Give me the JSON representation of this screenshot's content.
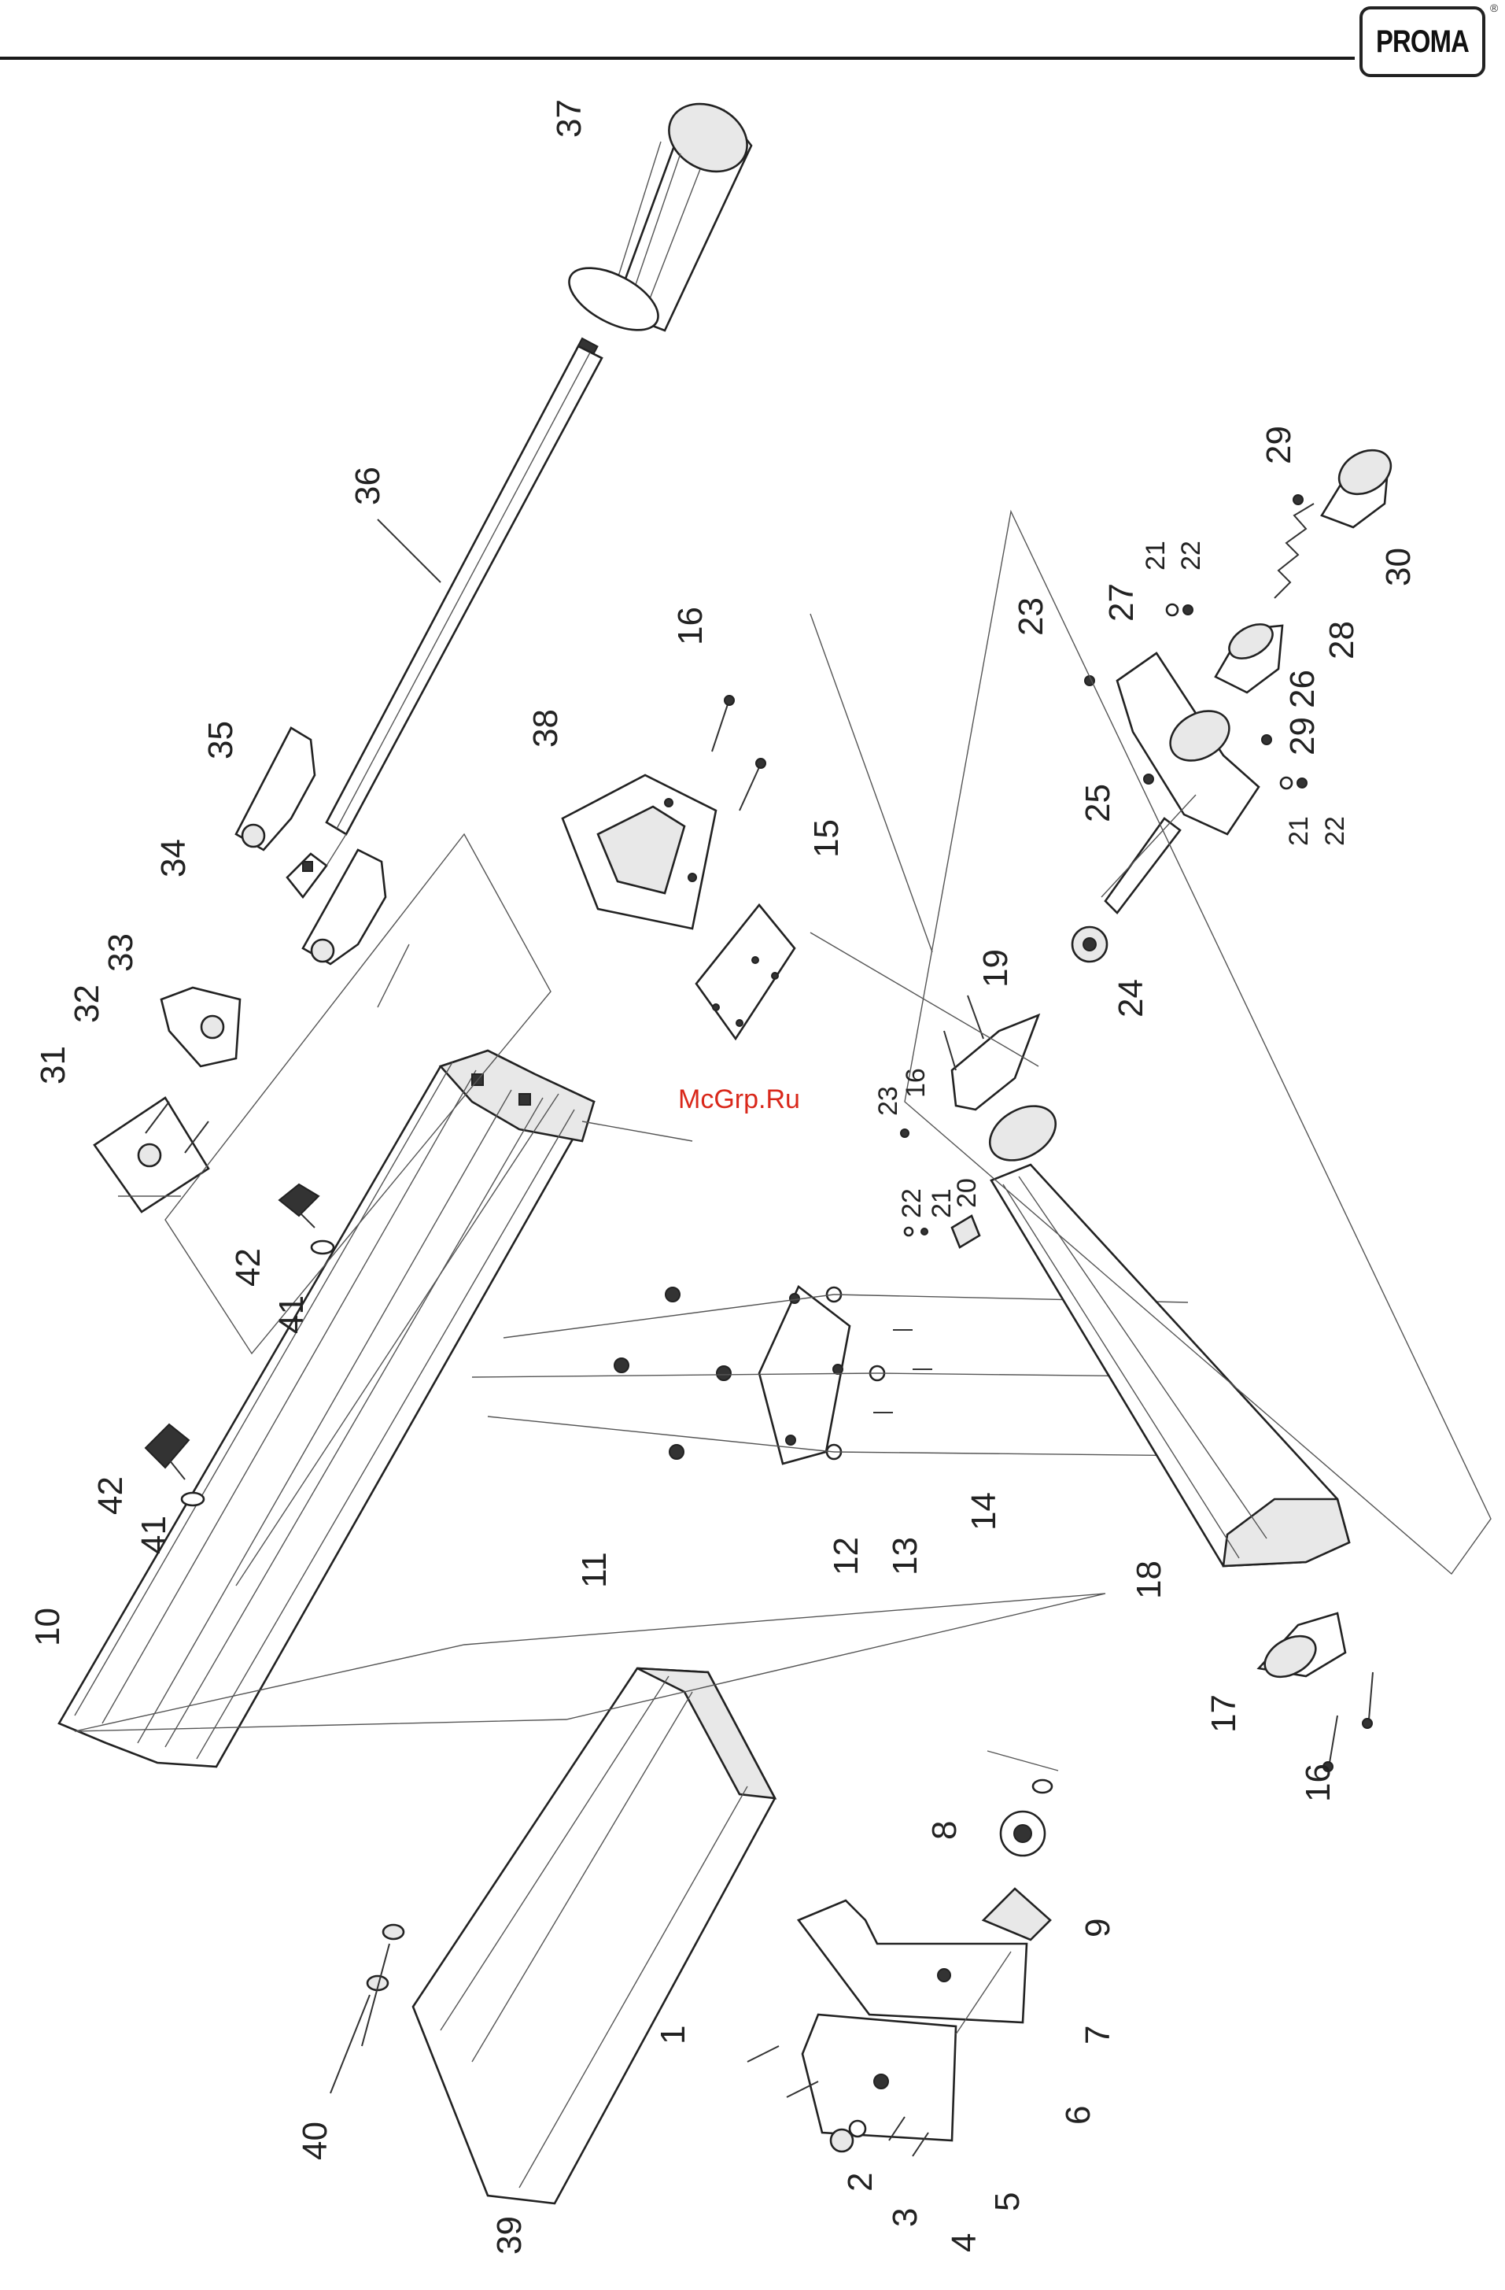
{
  "brand": {
    "logo_text": "PROMA",
    "registered_mark": "®"
  },
  "watermark": {
    "text": "McGrp.Ru",
    "color": "#d9281b"
  },
  "callouts": {
    "c1": "1",
    "c2": "2",
    "c3": "3",
    "c4": "4",
    "c5": "5",
    "c6": "6",
    "c7": "7",
    "c8": "8",
    "c9": "9",
    "c10": "10",
    "c11": "11",
    "c12": "12",
    "c13": "13",
    "c14": "14",
    "c15": "15",
    "c16a": "16",
    "c16b": "16",
    "c16c": "16",
    "c17": "17",
    "c18": "18",
    "c19": "19",
    "c20": "20",
    "c21a": "21",
    "c21b": "21",
    "c21c": "21",
    "c22a": "22",
    "c22b": "22",
    "c22c": "22",
    "c23a": "23",
    "c23b": "23",
    "c24": "24",
    "c25": "25",
    "c26": "26",
    "c27": "27",
    "c28": "28",
    "c29a": "29",
    "c29b": "29",
    "c30": "30",
    "c31": "31",
    "c32": "32",
    "c33": "33",
    "c34": "34",
    "c35": "35",
    "c36": "36",
    "c37": "37",
    "c38": "38",
    "c39": "39",
    "c40": "40",
    "c41a": "41",
    "c41b": "41",
    "c42a": "42",
    "c42b": "42"
  }
}
